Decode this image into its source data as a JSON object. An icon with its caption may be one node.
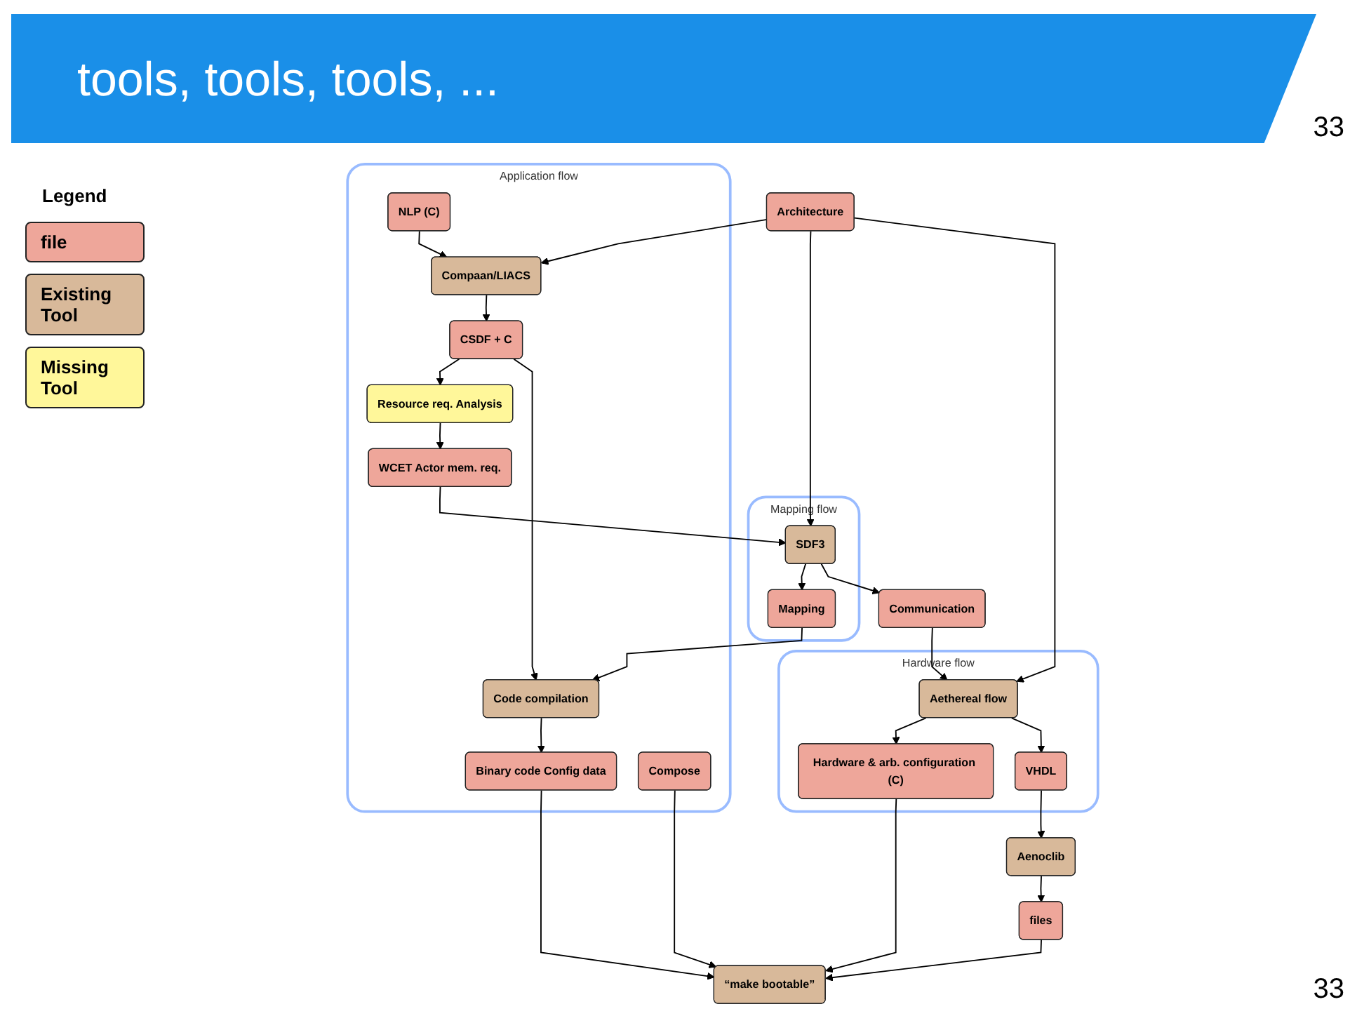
{
  "diagram": {
    "title": "tools, tools, tools, ...",
    "nodes": [
      {
        "text": [
          "Application flow"
        ]
      },
      {
        "text": [
          "NLP (C)"
        ],
        "in": 0
      },
      {
        "text": [
          "Compaan/LIACS"
        ],
        "in": 0
      },
      {
        "text": [
          "CSDF + C"
        ],
        "in": 0
      },
      {
        "text": [
          "Resource req. Analysis"
        ],
        "in": 0
      },
      {
        "text": [
          "WCET Actor mem. req."
        ],
        "in": 0
      },
      {
        "text": [
          "Code compilation"
        ],
        "in": 0
      },
      {
        "text": [
          "Binary code Config data"
        ],
        "in": 0
      },
      {
        "text": [
          "Compose"
        ],
        "in": 0
      },
      {
        "text": [
          "Architecture"
        ]
      },
      {
        "text": [
          "Mapping flow"
        ]
      },
      {
        "text": [
          "SDF3"
        ],
        "in": 10
      },
      {
        "text": [
          "Mapping"
        ],
        "in": 10
      },
      {
        "text": [
          "Communication"
        ]
      },
      {
        "text": [
          "Hardware flow"
        ]
      },
      {
        "text": [
          "Aethereal flow"
        ],
        "in": 14
      },
      {
        "text": [
          "Hardware & arb. configuration (C)"
        ],
        "in": 14
      },
      {
        "text": [
          "VHDL"
        ],
        "in": 14
      },
      {
        "text": [
          "“make bootable”"
        ]
      },
      {
        "text": [
          "files"
        ]
      },
      {
        "text": [
          "Aenoclib"
        ]
      }
    ],
    "edges": [
      {
        "from": 1,
        "to": 2,
        "arrow": "to"
      },
      {
        "from": 2,
        "to": 3,
        "arrow": "to"
      },
      {
        "from": 3,
        "to": 4,
        "arrow": "to"
      },
      {
        "from": 4,
        "to": 5,
        "arrow": "to"
      },
      {
        "from": 3,
        "to": 6,
        "arrow": "to"
      },
      {
        "from": 5,
        "to": 11,
        "arrow": "to"
      },
      {
        "from": 9,
        "to": 2,
        "arrow": "to"
      },
      {
        "from": 9,
        "to": 11,
        "arrow": "to"
      },
      {
        "from": 9,
        "to": 15,
        "arrow": "to"
      },
      {
        "from": 11,
        "to": 12,
        "arrow": "to"
      },
      {
        "from": 11,
        "to": 13,
        "arrow": "to"
      },
      {
        "from": 13,
        "to": 15,
        "arrow": "to"
      },
      {
        "from": 12,
        "to": 6,
        "arrow": "to"
      },
      {
        "from": 6,
        "to": 7,
        "arrow": "to"
      },
      {
        "from": 7,
        "to": 18,
        "arrow": "to"
      },
      {
        "from": 16,
        "to": 18,
        "arrow": "to"
      },
      {
        "from": 8,
        "to": 18,
        "arrow": "to"
      },
      {
        "from": 15,
        "to": 16,
        "arrow": "to"
      },
      {
        "from": 15,
        "to": 17,
        "arrow": "to"
      },
      {
        "from": 17,
        "to": 20,
        "arrow": "to"
      },
      {
        "from": 20,
        "to": 19,
        "arrow": "to"
      },
      {
        "from": 19,
        "to": 18,
        "arrow": "to"
      }
    ],
    "labels": [
      "33",
      "Legend",
      "33"
    ],
    "legend": [
      {
        "text": "file",
        "color": "#eea69a"
      },
      {
        "text": "Existing Tool",
        "color": "#d8b99a"
      },
      {
        "text": "Missing Tool",
        "color": "#fff79a"
      }
    ]
  }
}
